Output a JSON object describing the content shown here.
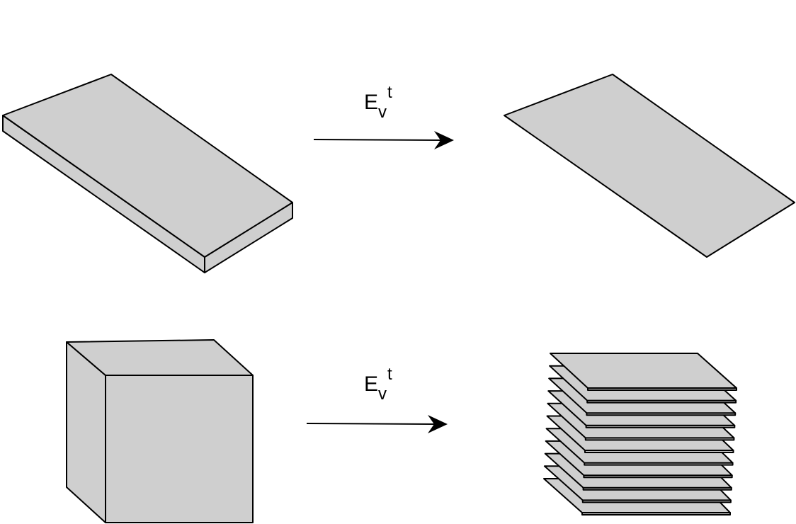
{
  "colors": {
    "fill": "#cfcfcf",
    "stroke": "#000000",
    "background": "#ffffff"
  },
  "transitions": [
    {
      "label": {
        "base": "E",
        "subscript": "v",
        "superscript": "t"
      },
      "from": "thin-slab",
      "to": "single-sheet"
    },
    {
      "label": {
        "base": "E",
        "subscript": "v",
        "superscript": "t"
      },
      "from": "cube",
      "to": "stacked-sheets"
    }
  ],
  "stack": {
    "sheet_count": 11
  }
}
